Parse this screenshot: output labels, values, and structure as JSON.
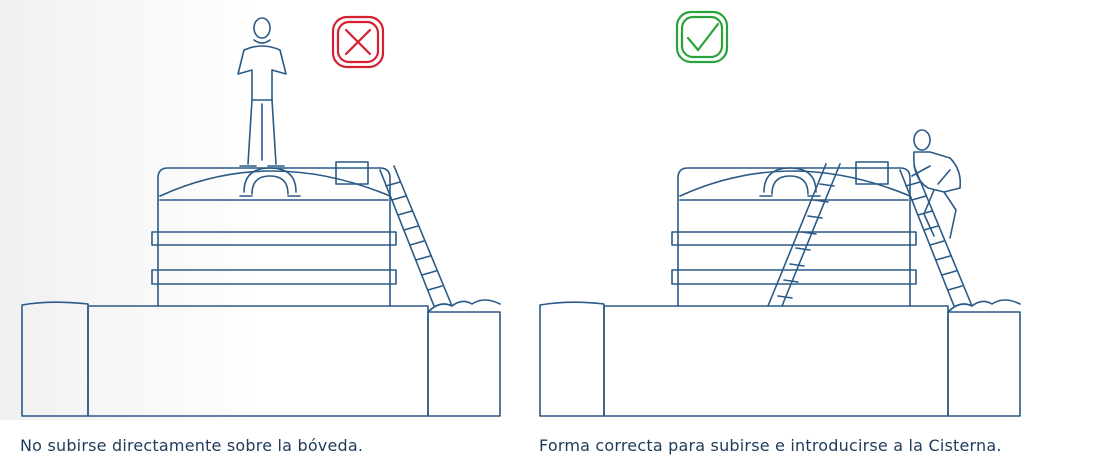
{
  "panels": [
    {
      "id": "incorrect",
      "caption": "No subirse directamente sobre la bóveda.",
      "status_icon": "x-mark-icon",
      "status_color": "#d4202f"
    },
    {
      "id": "correct",
      "caption": "Forma correcta para subirse e introducirse a la Cisterna.",
      "status_icon": "checkmark-icon",
      "status_color": "#2aa33a"
    }
  ],
  "colors": {
    "line": "#2a5a86",
    "background_left": "#f1f1f1",
    "background": "#ffffff"
  }
}
